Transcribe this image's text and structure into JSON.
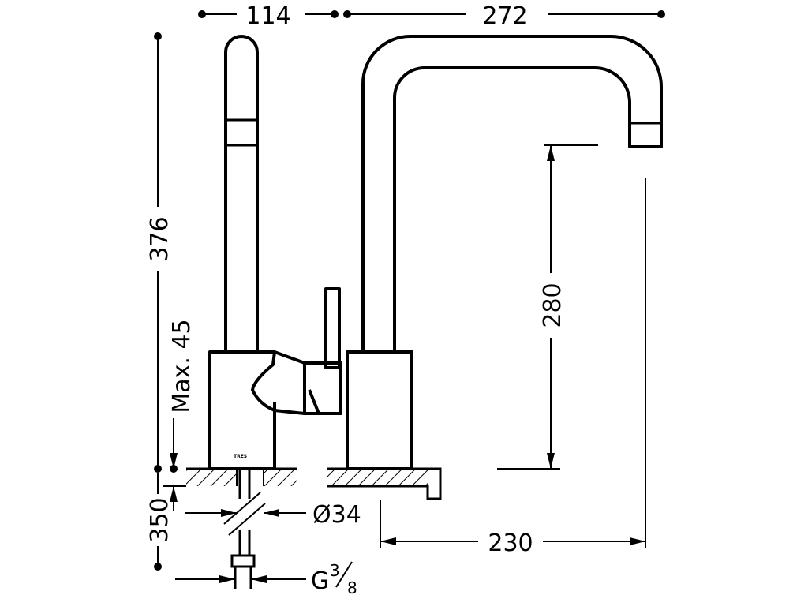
{
  "dimensions": {
    "top_left_width": "114",
    "top_right_width": "272",
    "total_height": "376",
    "max_thickness": "Max. 45",
    "spout_clearance": "280",
    "hose_length": "350",
    "hole_diameter": "Ø34",
    "spout_reach": "230",
    "connection_thread_prefix": "G",
    "connection_thread_numerator": "3",
    "connection_thread_denominator": "8"
  },
  "logo_text": "TRES"
}
